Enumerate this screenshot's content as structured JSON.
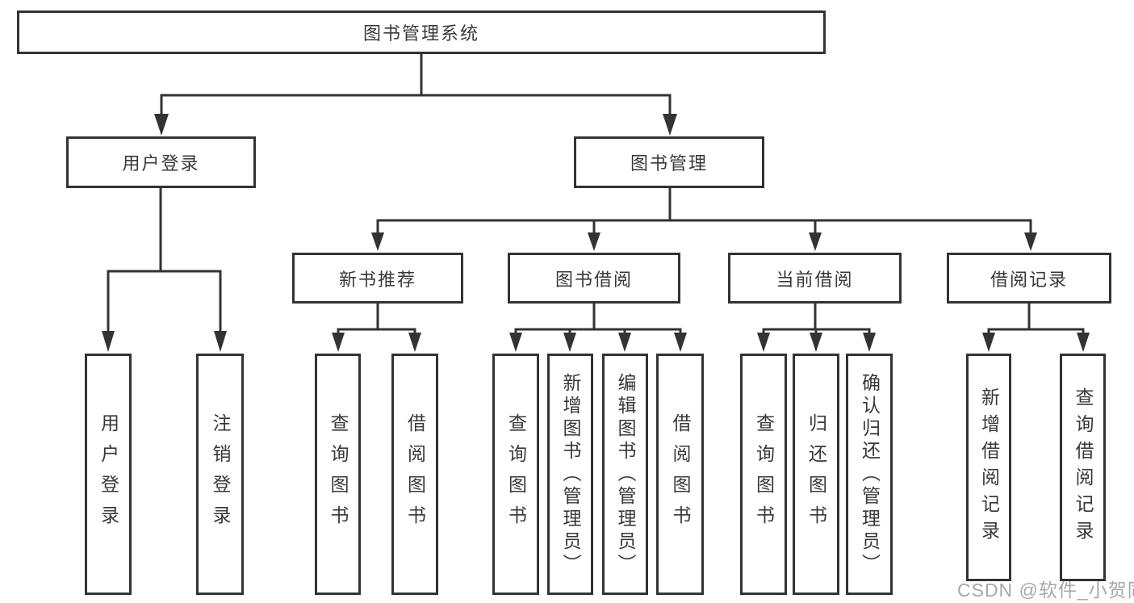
{
  "title": "图书管理系统",
  "watermark": "CSDN @软件_小贺同学",
  "colors": {
    "line": "#333333",
    "box_border": "#333333",
    "text": "#383838",
    "watermark": "#a8a8a8",
    "background": "#ffffff"
  },
  "nodes": {
    "root": "图书管理系统",
    "user_login": "用户登录",
    "book_mgmt": "图书管理",
    "new_book_rec": "新书推荐",
    "book_borrow": "图书借阅",
    "current_borrow": "当前借阅",
    "borrow_record": "借阅记录",
    "leaf_user_login": "用户登录",
    "leaf_logout": "注销登录",
    "leaf_rec_query": "查询图书",
    "leaf_rec_borrow": "借阅图书",
    "leaf_bb_query": "查询图书",
    "leaf_bb_add": "新增图书（管理员）",
    "leaf_bb_edit": "编辑图书（管理员）",
    "leaf_bb_borrow": "借阅图书",
    "leaf_cb_query": "查询图书",
    "leaf_cb_return": "归还图书",
    "leaf_cb_confirm": "确认归还（管理员）",
    "leaf_br_add": "新增借阅记录",
    "leaf_br_query": "查询借阅记录"
  },
  "hierarchy": {
    "edges": [
      [
        "图书管理系统",
        "用户登录"
      ],
      [
        "图书管理系统",
        "图书管理"
      ],
      [
        "用户登录",
        "用户登录"
      ],
      [
        "用户登录",
        "注销登录"
      ],
      [
        "图书管理",
        "新书推荐"
      ],
      [
        "图书管理",
        "图书借阅"
      ],
      [
        "图书管理",
        "当前借阅"
      ],
      [
        "图书管理",
        "借阅记录"
      ],
      [
        "新书推荐",
        "查询图书"
      ],
      [
        "新书推荐",
        "借阅图书"
      ],
      [
        "图书借阅",
        "查询图书"
      ],
      [
        "图书借阅",
        "新增图书（管理员）"
      ],
      [
        "图书借阅",
        "编辑图书（管理员）"
      ],
      [
        "图书借阅",
        "借阅图书"
      ],
      [
        "当前借阅",
        "查询图书"
      ],
      [
        "当前借阅",
        "归还图书"
      ],
      [
        "当前借阅",
        "确认归还（管理员）"
      ],
      [
        "借阅记录",
        "新增借阅记录"
      ],
      [
        "借阅记录",
        "查询借阅记录"
      ]
    ]
  }
}
